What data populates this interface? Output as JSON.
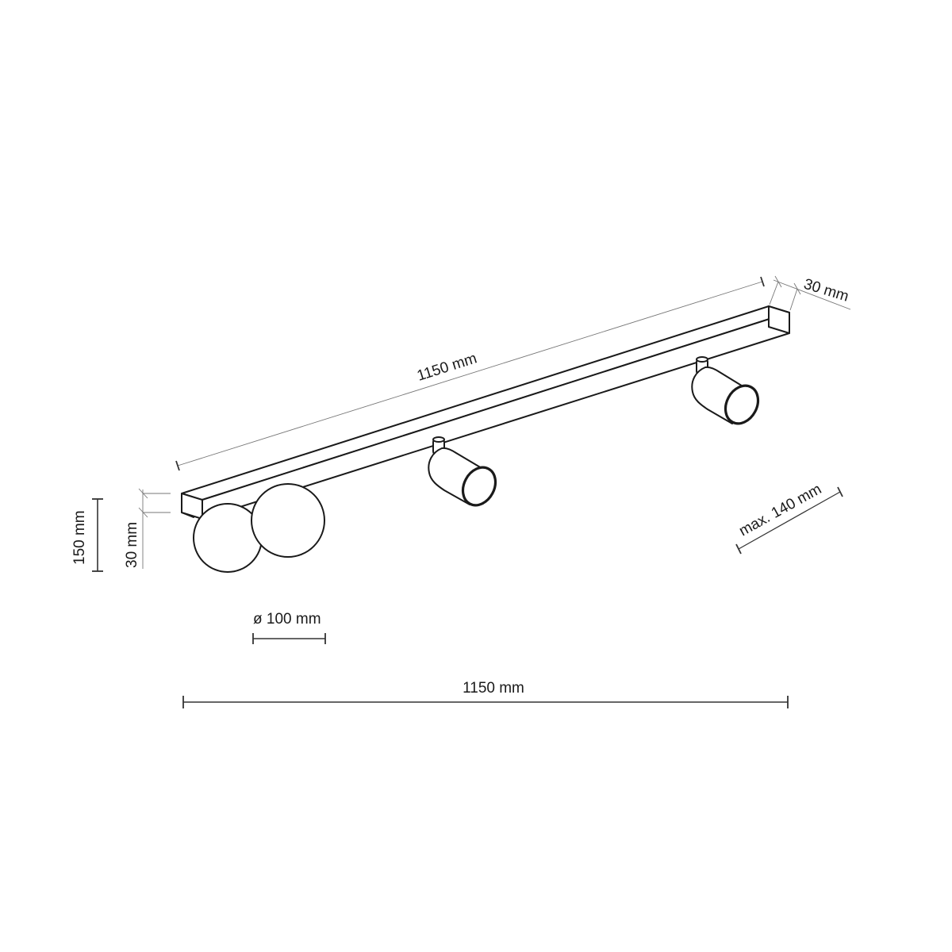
{
  "diagram": {
    "title": "Ceiling spotlight bar technical drawing",
    "line_color": "#1a1a1a",
    "dimension_color": "#333333",
    "components": {
      "rail": "rectangular ceiling rail",
      "globe_shades": 2,
      "cylinder_spots": 2
    },
    "dimensions": {
      "rail_length_top": "1150 mm",
      "rail_width": "30 mm",
      "total_height": "150 mm",
      "rail_height": "30 mm",
      "globe_diameter": "ø 100 mm",
      "spot_projection": "max. 140 mm",
      "overall_length": "1150 mm"
    }
  }
}
